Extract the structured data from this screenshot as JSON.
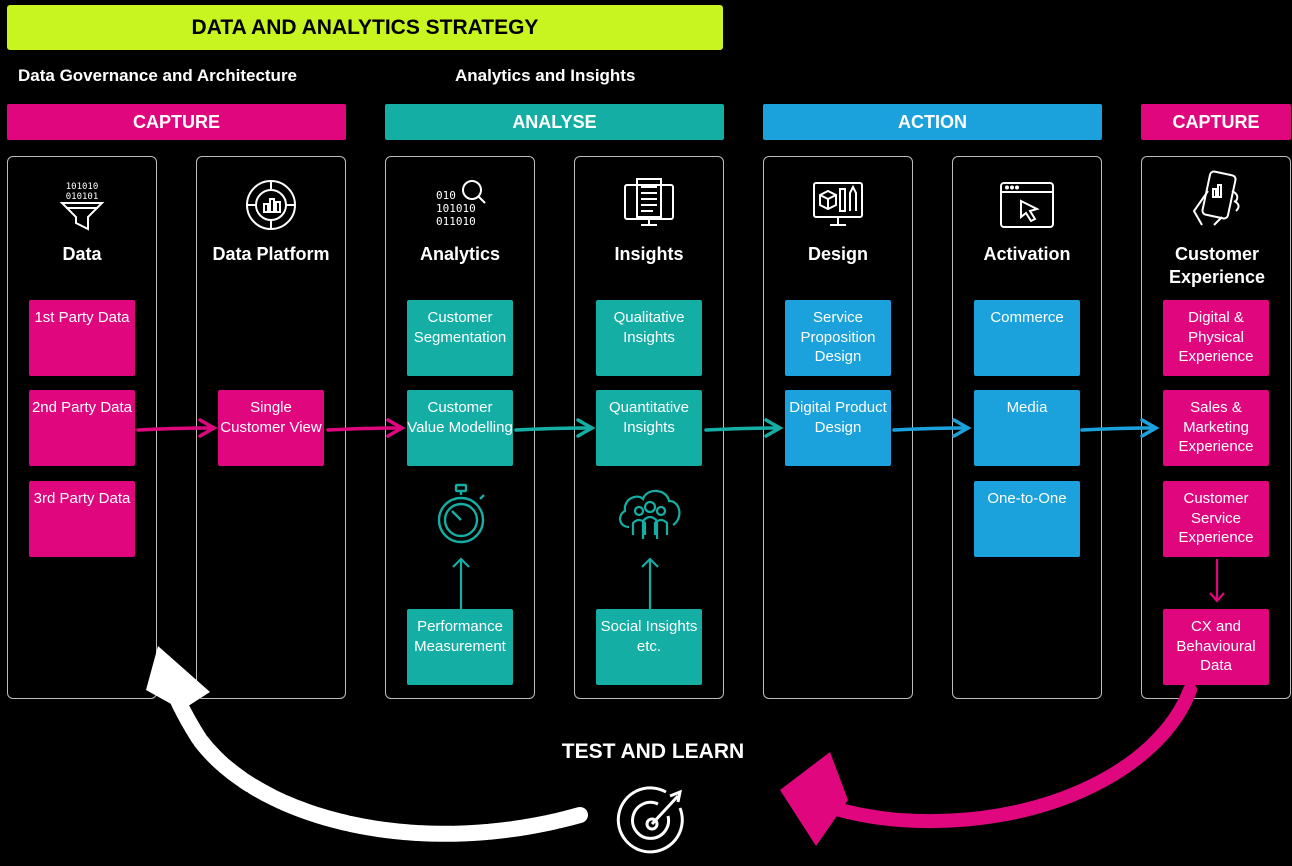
{
  "banner": {
    "title": "DATA AND ANALYTICS STRATEGY"
  },
  "subheadings": {
    "governance": "Data Governance and Architecture",
    "analytics": "Analytics and Insights"
  },
  "phases": [
    {
      "label": "CAPTURE",
      "color": "#e0077e"
    },
    {
      "label": "ANALYSE",
      "color": "#14aea5"
    },
    {
      "label": "ACTION",
      "color": "#1ba1dc"
    },
    {
      "label": "CAPTURE",
      "color": "#e0077e"
    }
  ],
  "columns": [
    {
      "title": "Data",
      "icon": "data-funnel-icon",
      "boxes": [
        "1st Party Data",
        "2nd Party Data",
        "3rd Party Data"
      ]
    },
    {
      "title": "Data Platform",
      "icon": "data-platform-chart-icon",
      "boxes": [
        "Single Customer View"
      ]
    },
    {
      "title": "Analytics",
      "icon": "binary-search-icon",
      "boxes": [
        "Customer Segmentation",
        "Customer Value Modelling",
        "Performance Measurement"
      ],
      "extra_icon": "stopwatch-icon"
    },
    {
      "title": "Insights",
      "icon": "report-monitor-icon",
      "boxes": [
        "Qualitative Insights",
        "Quantitative Insights",
        "Social Insights etc."
      ],
      "extra_icon": "people-cloud-icon"
    },
    {
      "title": "Design",
      "icon": "design-tools-icon",
      "boxes": [
        "Service Proposition Design",
        "Digital Product Design"
      ]
    },
    {
      "title": "Activation",
      "icon": "browser-cursor-icon",
      "boxes": [
        "Commerce",
        "Media",
        "One-to-One"
      ]
    },
    {
      "title": "Customer Experience",
      "icon": "hand-phone-icon",
      "boxes": [
        "Digital & Physical Experience",
        "Sales & Marketing Experience",
        "Customer Service Experience",
        "CX and Behavioural Data"
      ]
    }
  ],
  "test_and_learn": {
    "title": "TEST AND LEARN",
    "icon": "radar-target-icon"
  },
  "colors": {
    "pink": "#e0077e",
    "teal": "#14aea5",
    "blue": "#1ba1dc",
    "lime": "#c8f51f"
  }
}
